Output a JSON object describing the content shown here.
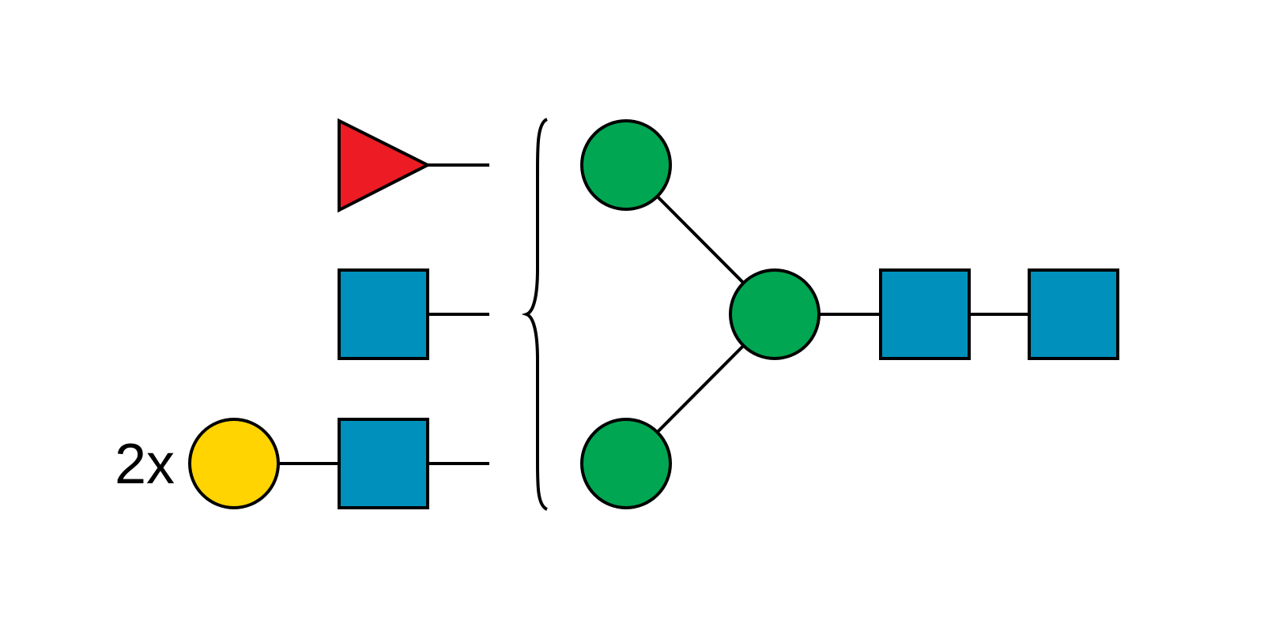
{
  "diagram": {
    "type": "glycan-structure",
    "colors": {
      "mannose": "#00a651",
      "glcnac": "#0090bc",
      "galactose": "#ffd400",
      "fucose": "#ed1c24",
      "line": "#000000"
    },
    "core": [
      {
        "id": "glcnac-1",
        "shape": "square",
        "color": "glcnac"
      },
      {
        "id": "glcnac-2",
        "shape": "square",
        "color": "glcnac"
      },
      {
        "id": "mannose-branch",
        "shape": "circle",
        "color": "mannose"
      },
      {
        "id": "mannose-upper",
        "shape": "circle",
        "color": "mannose"
      },
      {
        "id": "mannose-lower",
        "shape": "circle",
        "color": "mannose"
      }
    ],
    "antennae": [
      {
        "id": "fucose",
        "shape": "triangle",
        "color": "fucose"
      },
      {
        "id": "glcnac-antenna",
        "shape": "square",
        "color": "glcnac"
      },
      {
        "id": "lacnac-glcnac",
        "shape": "square",
        "color": "glcnac",
        "linked_to": "lacnac-gal"
      },
      {
        "id": "lacnac-gal",
        "shape": "circle",
        "color": "galactose"
      }
    ],
    "multiplier_label": "2x"
  }
}
